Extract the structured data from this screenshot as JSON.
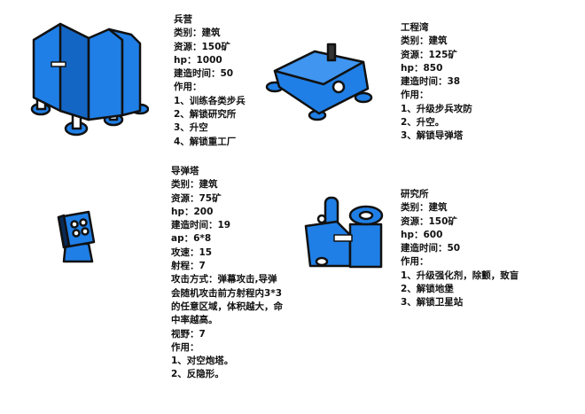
{
  "buildings": [
    {
      "name": "兵营",
      "lines": [
        "类别：建筑",
        "资源：150矿",
        "hp：1000",
        "建造时间：50",
        "作用：",
        "1、训练各类步兵",
        "2、解锁研究所",
        "3、升空",
        "4、解锁重工厂"
      ]
    },
    {
      "name": "工程湾",
      "lines": [
        "类别：建筑",
        "资源：125矿",
        "hp：850",
        "建造时间：38",
        "作用：",
        "1、升级步兵攻防",
        "2、升空。",
        "3、解锁导弹塔"
      ]
    },
    {
      "name": "导弹塔",
      "lines": [
        "类别：建筑",
        "资源：75矿",
        "hp：200",
        "建造时间：19",
        "ap：6*8",
        "攻速：15",
        "射程：7",
        "攻击方式：弹幕攻击,导弹",
        "会随机攻击前方射程内3*3",
        "的任意区域，体积越大，命",
        "中率越高。",
        "视野：7",
        "作用：",
        "1、对空炮塔。",
        "2、反隐形。"
      ]
    },
    {
      "name": "研究所",
      "lines": [
        "类别：建筑",
        "资源：150矿",
        "hp：600",
        "建造时间：50",
        "作用：",
        "1、升级强化剂，除颤，致盲",
        "2、解锁地堡",
        "3、解锁卫星站"
      ]
    }
  ],
  "colors": {
    "blue": "#1f7fe6",
    "dark": "#0a2a55"
  }
}
